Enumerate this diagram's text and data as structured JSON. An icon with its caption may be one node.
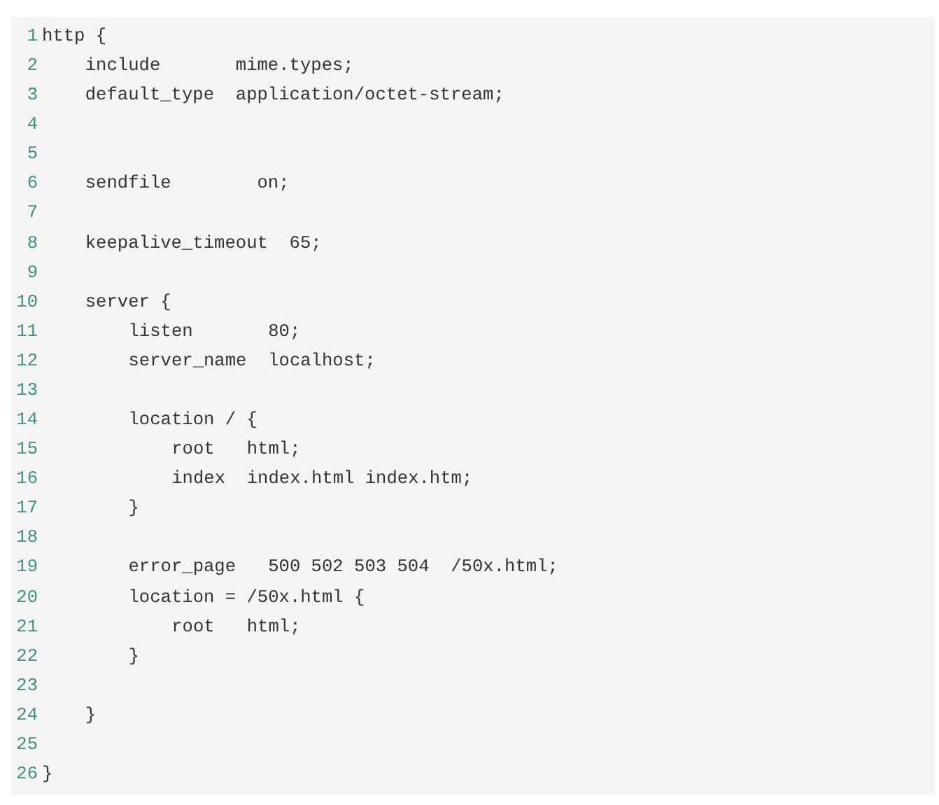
{
  "diagram": {
    "labels": [
      "1",
      "http {",
      "2",
      "include       mime.types;",
      "3",
      "default_type  application/octet-stream;",
      "4",
      "5",
      "6",
      "sendfile        on;",
      "7",
      "8",
      "keepalive_timeout  65;",
      "9",
      "10",
      "server {",
      "11",
      "listen       80;",
      "12",
      "server_name  localhost;",
      "13",
      "14",
      "location / {",
      "15",
      "root   html;",
      "16",
      "index  index.html index.htm;",
      "17",
      "}",
      "18",
      "19",
      "error_page   500 502 503 504  /50x.html;",
      "20",
      "location = /50x.html {",
      "21",
      "root   html;",
      "22",
      "}",
      "23",
      "24",
      "}",
      "25",
      "26",
      "}"
    ]
  }
}
